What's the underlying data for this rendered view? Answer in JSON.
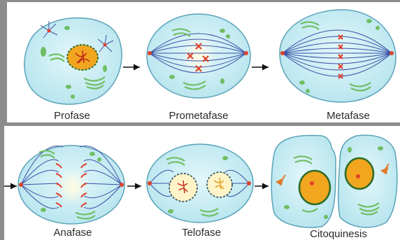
{
  "diagram": {
    "phases": [
      {
        "id": "profase",
        "label": "Profase"
      },
      {
        "id": "prometafase",
        "label": "Prometafase"
      },
      {
        "id": "metafase",
        "label": "Metafase"
      },
      {
        "id": "anafase",
        "label": "Anafase"
      },
      {
        "id": "telofase",
        "label": "Telofase"
      },
      {
        "id": "citoquinesis",
        "label": "Citoquinesis"
      }
    ]
  },
  "colors": {
    "background": "#8a8c8e",
    "panel": "#ffffff",
    "cytoplasm": "#c6edf3",
    "membrane": "#5aa3b8",
    "spindle": "#3b4fa6",
    "chromosome": "#e0412a",
    "mitochondria": "#6fbe63",
    "nucleus_fill": "#f2a51f",
    "nucleus_edge": "#2f6d28",
    "arrow": "#111111"
  }
}
